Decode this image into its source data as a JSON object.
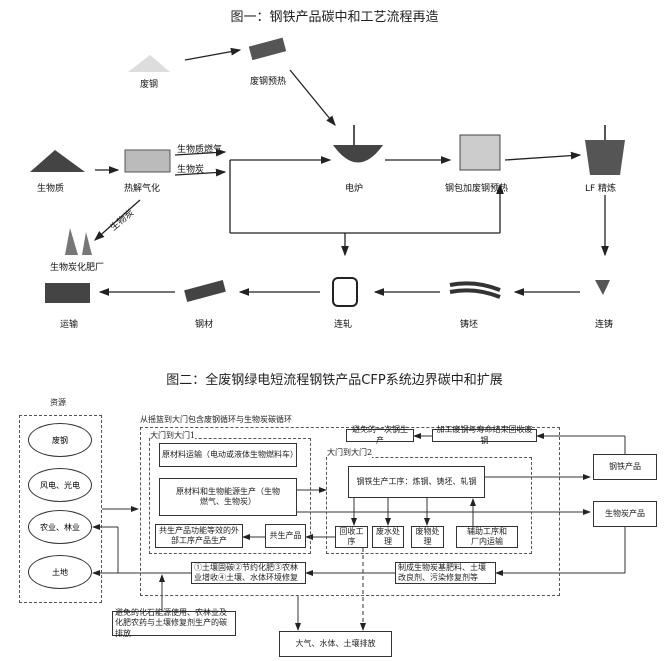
{
  "figure1": {
    "title": "图一：钢铁产品碳中和工艺流程再造",
    "labels": {
      "scrap": "废钢",
      "scrap_preheat": "废钢预热",
      "biomass": "生物质",
      "pyrolysis": "热解气化",
      "bio_gas": "生物质燃气",
      "biochar_top": "生物炭",
      "eaf": "电炉",
      "ladle": "钢包加废钢预热",
      "lf": "LF 精炼",
      "biochar_diag": "生物炭",
      "fertilizer": "生物炭化肥厂",
      "transport": "运输",
      "steel": "钢材",
      "rolling": "连轧",
      "billet": "铸坯",
      "casting": "连铸"
    }
  },
  "figure2": {
    "title": "图二：全废钢绿电短流程钢铁产品CFP系统边界碳中和扩展",
    "resources_label": "资源",
    "resources": [
      "废钢",
      "风电、光电",
      "农业、林业",
      "土地"
    ],
    "outer_label": "从摇篮到大门包含废钢循环与生物炭碳循环",
    "gate1_label": "大门到大门1",
    "gate2_label": "大门到大门2",
    "boxes": {
      "raw_transport": "原材料运输（电动或液体生物燃料车）",
      "raw_bio": "原材料和生物能源生产（生物燃气、生物炭）",
      "coproduct_ext": "共生产品功能等效的外部工序产品生产",
      "coproduct": "共生产品",
      "steel_process": "钢铁生产工序：炼钢、铸坯、轧钢",
      "recycle": "回收工序",
      "wastewater": "废水处理",
      "waste": "废物处理",
      "aux": "辅助工序和厂内运输",
      "avoided_primary": "避免的一次钢生产",
      "scrap_recycle": "加工废钢与寿命结束回收废钢",
      "steel_product": "钢铁产品",
      "biochar_product": "生物炭产品",
      "soil_benefits": "①土壤固碳②节约化肥③农林业增收④土壤、水体环境修复",
      "biochar_fert": "制成生物炭基肥料、土壤改良剂、污染修复剂等",
      "avoided_emission": "避免的化石能源使用、农林业及化肥农药与土壤修复剂生产的碳排放",
      "emissions": "大气、水体、土壤排放"
    }
  }
}
